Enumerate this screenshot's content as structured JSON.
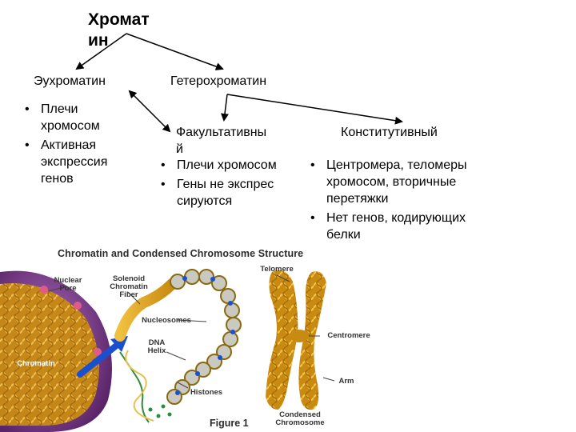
{
  "title": "Хроматин",
  "euchromatin": {
    "label": "Эухроматин",
    "bullets": [
      "Плечи хромосом",
      "Активная экспрессия генов"
    ]
  },
  "heterochromatin": {
    "label": "Гетерохроматин"
  },
  "facultative": {
    "label": "Факультативный",
    "bullets": [
      "Плечи хромосом",
      "Гены не экспрессируются"
    ]
  },
  "constitutive": {
    "label": "Конститутивный",
    "bullets": [
      "Центромера, теломеры хромосом, вторичные перетяжки",
      "Нет генов, кодирующих белки"
    ]
  },
  "figure": {
    "title": "Chromatin and Condensed Chromosome Structure",
    "labels": {
      "nuclear_pore": "Nuclear Pore",
      "solenoid": "Solenoid Chromatin Fiber",
      "nucleosomes": "Nucleosomes",
      "dna_helix": "DNA Helix",
      "chromatin": "Chromatin",
      "histones": "Histones",
      "telomere": "Telomere",
      "centromere": "Centromere",
      "arm": "Arm",
      "condensed": "Condensed Chromosome"
    },
    "caption": "Figure 1",
    "colors": {
      "fiber": "#d9a420",
      "nucleus": "#7b3a8c",
      "histone": "#c9c9c0",
      "dna": "#2e8b3a",
      "accent_blue": "#1a4fd0"
    }
  }
}
